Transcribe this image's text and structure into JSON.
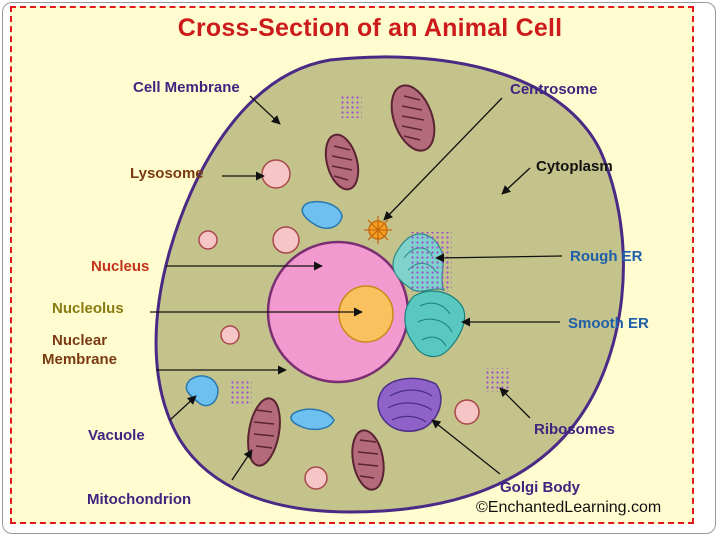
{
  "title": "Cross-Section of an Animal Cell",
  "colors": {
    "title": "#cc1b1b",
    "background": "#fffdcf",
    "border_dash": "#e01a1a",
    "cytoplasm": "#c4c38c",
    "cell_outline": "#4b2a86",
    "nucleus": "#f29ad0",
    "nucleolus": "#f9c25e",
    "label_purple": "#3d2580",
    "label_brown": "#7a3b12",
    "label_red": "#c2331a",
    "label_olive": "#8a7a12",
    "label_blue": "#1f5ea8"
  },
  "labels": {
    "cell_membrane": "Cell Membrane",
    "centrosome": "Centrosome",
    "lysosome": "Lysosome",
    "cytoplasm": "Cytoplasm",
    "nucleus": "Nucleus",
    "rough_er": "Rough ER",
    "nucleolus": "Nucleolus",
    "smooth_er": "Smooth ER",
    "nuclear_membrane_line1": "Nuclear",
    "nuclear_membrane_line2": "Membrane",
    "vacuole": "Vacuole",
    "ribosomes": "Ribosomes",
    "mitochondrion": "Mitochondrion",
    "golgi_body": "Golgi Body"
  },
  "credit": "©EnchantedLearning.com"
}
